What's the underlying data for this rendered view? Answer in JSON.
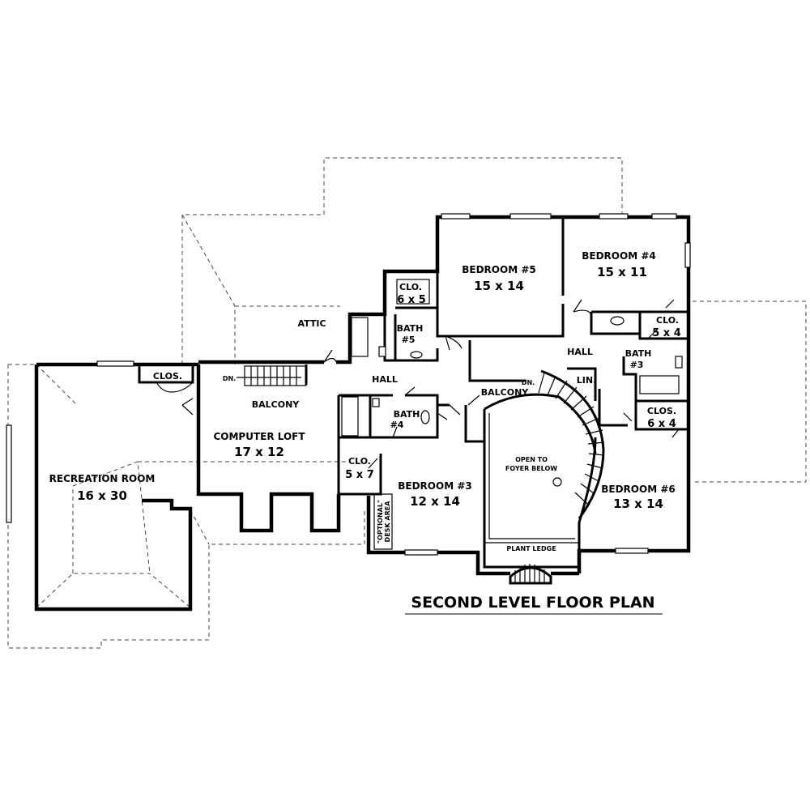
{
  "plan": {
    "title": "SECOND LEVEL FLOOR PLAN",
    "rooms": {
      "recreation": {
        "name": "RECREATION ROOM",
        "size": "16 x 30"
      },
      "computer_loft": {
        "name": "COMPUTER LOFT",
        "size": "17 x 12"
      },
      "bedroom3": {
        "name": "BEDROOM #3",
        "size": "12 x 14"
      },
      "bedroom4": {
        "name": "BEDROOM #4",
        "size": "15 x 11"
      },
      "bedroom5": {
        "name": "BEDROOM #5",
        "size": "15 x 14"
      },
      "bedroom6": {
        "name": "BEDROOM #6",
        "size": "13 x 14"
      },
      "clo_b5": {
        "name": "CLO.",
        "size": "6 x 5"
      },
      "clo_b4": {
        "name": "CLO.",
        "size": "5 x 4"
      },
      "clo_b6": {
        "name": "CLOS.",
        "size": "6 x 4"
      },
      "clo_b3": {
        "name": "CLO.",
        "size": "5 x 7"
      },
      "clos_rec": {
        "name": "CLOS."
      },
      "bath5": {
        "name": "BATH",
        "num": "#5"
      },
      "bath4": {
        "name": "BATH",
        "num": "#4"
      },
      "bath3": {
        "name": "BATH",
        "num": "#3"
      },
      "open_foyer": {
        "line1": "OPEN TO",
        "line2": "FOYER BELOW"
      }
    },
    "labels": {
      "attic": "ATTIC",
      "hall_left": "HALL",
      "hall_right": "HALL",
      "balcony_left": "BALCONY",
      "balcony_right": "BALCONY",
      "lin": "LIN.",
      "dn_left": "DN.",
      "dn_right": "DN.",
      "plant_ledge": "PLANT LEDGE",
      "desk_line1": "\"OPTIONAL\"",
      "desk_line2": "DESK AREA"
    }
  }
}
